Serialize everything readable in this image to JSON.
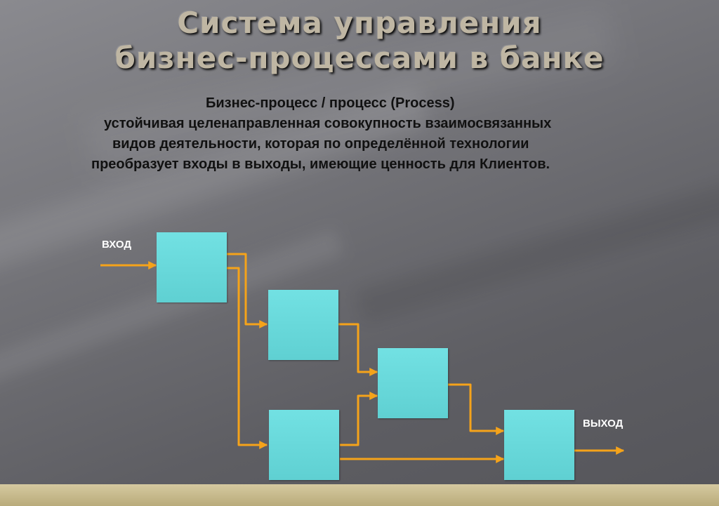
{
  "title": {
    "line1": "Система управления",
    "line2": "бизнес-процессами в банке"
  },
  "definition": {
    "heading": "Бизнес-процесс / процесс (Process)",
    "line1": "устойчивая целенаправленная совокупность взаимосвязанных",
    "line2": "видов деятельности, которая по определённой технологии",
    "line3": "преобразует входы в выходы, имеющие ценность для Клиентов."
  },
  "diagram": {
    "input_label": "ВХОД",
    "output_label": "ВЫХОД",
    "box_color": "#66d6d8",
    "arrow_color": "#f5a31a"
  }
}
